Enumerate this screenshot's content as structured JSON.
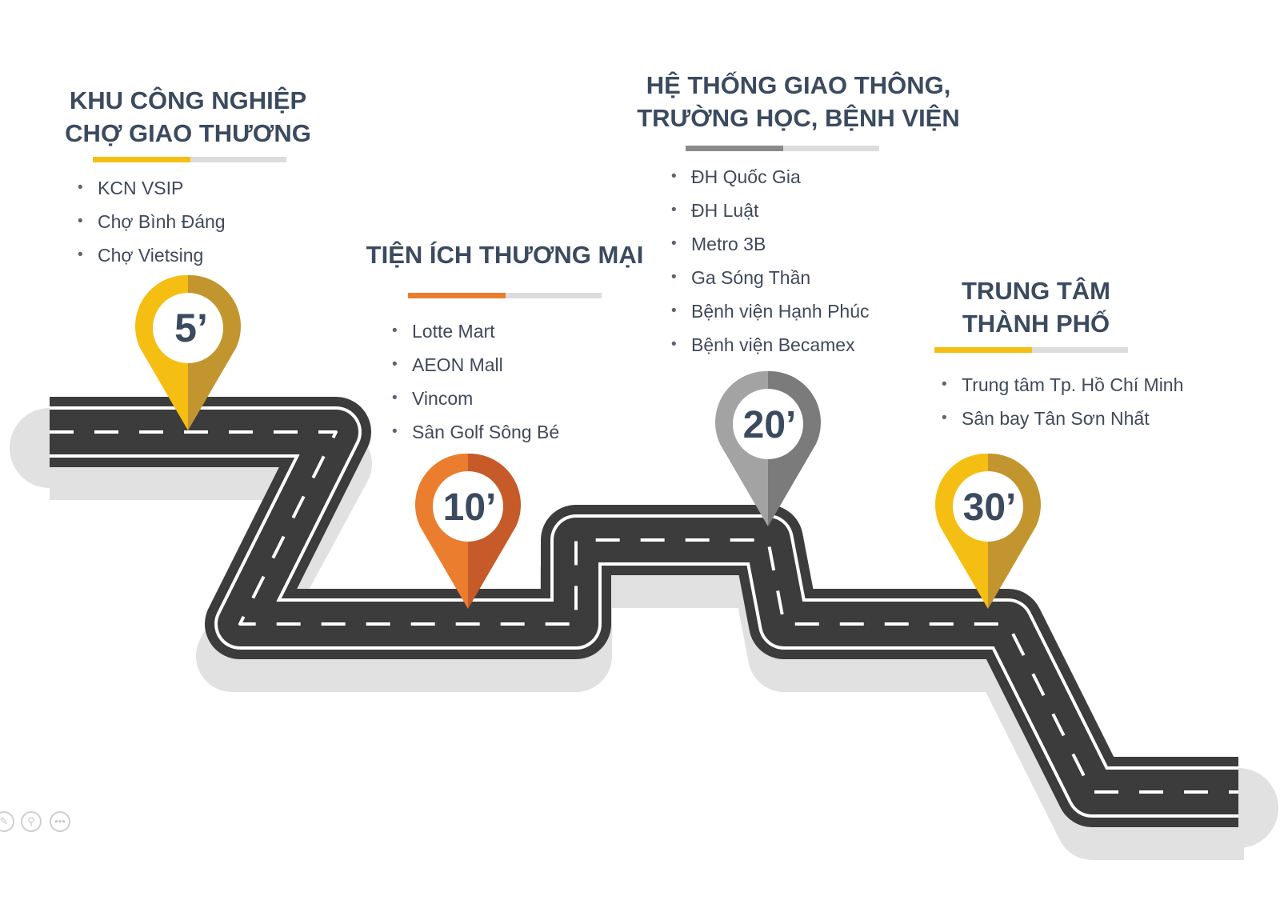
{
  "colors": {
    "yellow": "#F5BE12",
    "yellow_dark": "#C3952F",
    "orange": "#EB7D2F",
    "orange_dark": "#C65A28",
    "gray": "#A3A3A3",
    "gray_dark": "#7B7B7B",
    "road": "#3C3C3C",
    "shadow": "#E1E1E1",
    "text": "#3B4A5F"
  },
  "stops": [
    {
      "time": "5’",
      "title": [
        "KHU CÔNG NGHIỆP",
        "CHỢ GIAO THƯƠNG"
      ],
      "items": [
        "KCN VSIP",
        "Chợ Bình Đáng",
        "Chợ Vietsing"
      ],
      "color": "yellow"
    },
    {
      "time": "10’",
      "title": [
        "TIỆN ÍCH THƯƠNG MẠI"
      ],
      "items": [
        "Lotte Mart",
        "AEON Mall",
        "Vincom",
        "Sân Golf Sông Bé"
      ],
      "color": "orange"
    },
    {
      "time": "20’",
      "title": [
        "HỆ THỐNG GIAO THÔNG,",
        "TRƯỜNG HỌC, BỆNH VIỆN"
      ],
      "items": [
        "ĐH Quốc Gia",
        "ĐH Luật",
        "Metro 3B",
        "Ga Sóng Thần",
        "Bệnh viện Hạnh Phúc",
        "Bệnh viện Becamex"
      ],
      "color": "gray"
    },
    {
      "time": "30’",
      "title": [
        "TRUNG TÂM",
        "THÀNH PHỐ"
      ],
      "items": [
        "Trung tâm Tp. Hồ Chí Minh",
        "Sân bay Tân Sơn Nhất"
      ],
      "color": "yellow"
    }
  ],
  "controls": [
    "edit-icon",
    "zoom-icon",
    "more-icon"
  ]
}
